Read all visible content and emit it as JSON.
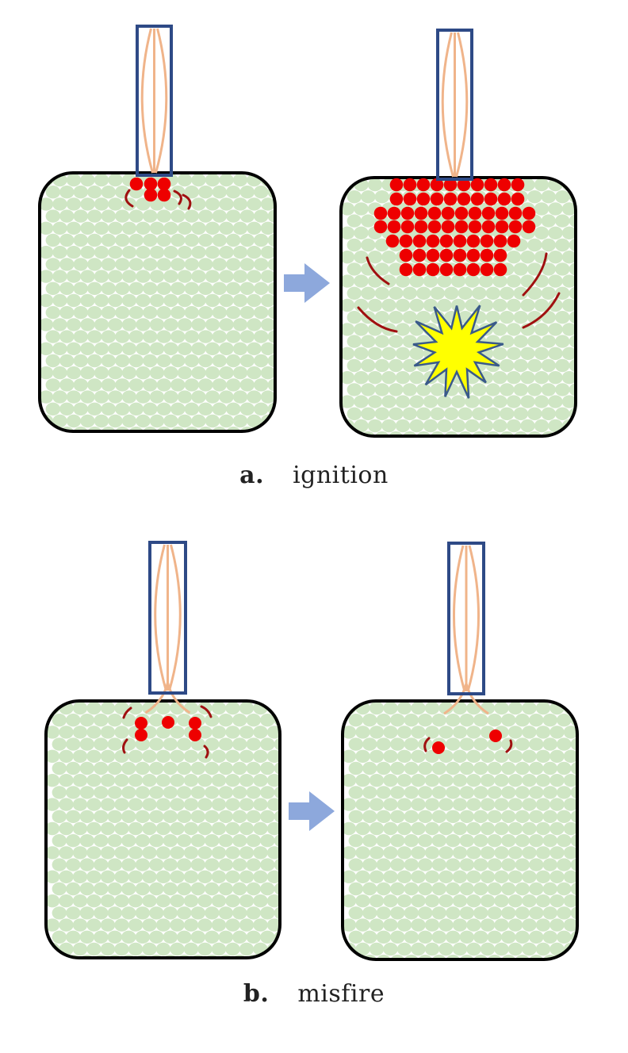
{
  "colors": {
    "background": "#ffffff",
    "chamber_outline": "#000000",
    "fuel_particle": "#cfe6c4",
    "burning_particle": "#ee0000",
    "flame_arc": "#a01010",
    "electrode_frame": "#2e4a86",
    "electrode_wire": "#f0b48a",
    "arrow": "#8da8dc",
    "explosion_fill": "#ffff00",
    "explosion_stroke": "#3a5a8a"
  },
  "icons": {
    "arrow": "right-arrow-icon",
    "explosion": "explosion-burst-icon"
  },
  "panels": {
    "ignition": {
      "caption_letter": "a.",
      "caption_word": "ignition",
      "before_state": "spark ignites a small kernel of particles",
      "after_state": "flame front spreads and fuel explodes"
    },
    "misfire": {
      "caption_letter": "b.",
      "caption_word": "misfire",
      "before_state": "spark creates only a few burning particles",
      "after_state": "burning particles die out"
    }
  }
}
